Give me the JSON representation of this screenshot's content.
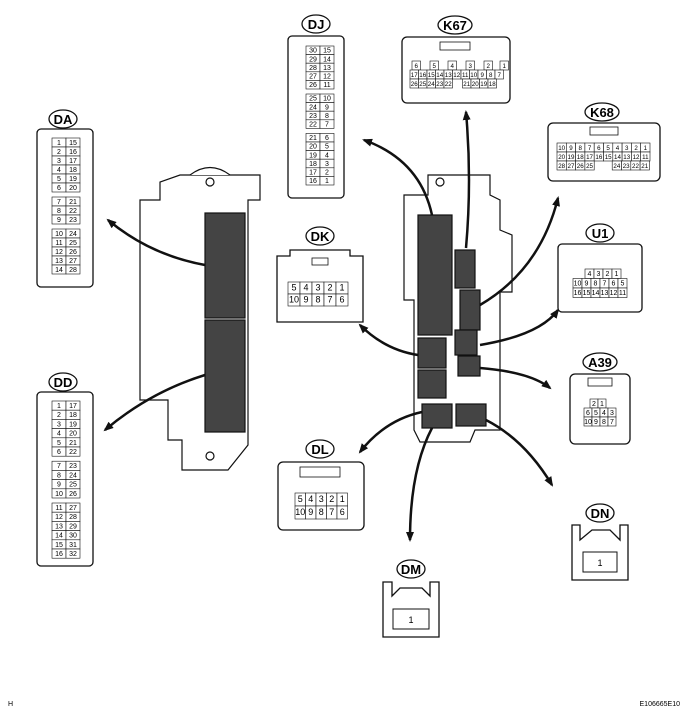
{
  "footer": {
    "left": "H",
    "right": "E106665E10"
  },
  "connectors": {
    "DJ": {
      "label": "DJ",
      "groups": [
        [
          [
            "30",
            "15"
          ],
          [
            "29",
            "14"
          ],
          [
            "28",
            "13"
          ],
          [
            "27",
            "12"
          ],
          [
            "26",
            "11"
          ]
        ],
        [
          [
            "25",
            "10"
          ],
          [
            "24",
            "9"
          ],
          [
            "23",
            "8"
          ],
          [
            "22",
            "7"
          ]
        ],
        [
          [
            "21",
            "6"
          ],
          [
            "20",
            "5"
          ],
          [
            "19",
            "4"
          ],
          [
            "18",
            "3"
          ],
          [
            "17",
            "2"
          ],
          [
            "16",
            "1"
          ]
        ]
      ]
    },
    "K67": {
      "label": "K67",
      "row1": [
        "6",
        "5",
        "4",
        "3",
        "2",
        "1"
      ],
      "row2": [
        "17",
        "16",
        "15",
        "14",
        "13",
        "12",
        "11",
        "10",
        "9",
        "8",
        "7"
      ],
      "row3": [
        "26",
        "25",
        "24",
        "23",
        "22",
        "21",
        "20",
        "19",
        "18"
      ]
    },
    "K68": {
      "label": "K68",
      "row1": [
        "10",
        "9",
        "8",
        "7",
        "6",
        "5",
        "4",
        "3",
        "2",
        "1"
      ],
      "row2": [
        "20",
        "19",
        "18",
        "17",
        "16",
        "15",
        "14",
        "13",
        "12",
        "11"
      ],
      "row3": [
        "28",
        "27",
        "26",
        "25",
        "24",
        "23",
        "22",
        "21"
      ]
    },
    "DA": {
      "label": "DA",
      "groups": [
        [
          [
            "1",
            "15"
          ],
          [
            "2",
            "16"
          ],
          [
            "3",
            "17"
          ],
          [
            "4",
            "18"
          ],
          [
            "5",
            "19"
          ],
          [
            "6",
            "20"
          ]
        ],
        [
          [
            "7",
            "21"
          ],
          [
            "8",
            "22"
          ],
          [
            "9",
            "23"
          ]
        ],
        [
          [
            "10",
            "24"
          ],
          [
            "11",
            "25"
          ],
          [
            "12",
            "26"
          ],
          [
            "13",
            "27"
          ],
          [
            "14",
            "28"
          ]
        ]
      ]
    },
    "DD": {
      "label": "DD",
      "groups": [
        [
          [
            "1",
            "17"
          ],
          [
            "2",
            "18"
          ],
          [
            "3",
            "19"
          ],
          [
            "4",
            "20"
          ],
          [
            "5",
            "21"
          ],
          [
            "6",
            "22"
          ]
        ],
        [
          [
            "7",
            "23"
          ],
          [
            "8",
            "24"
          ],
          [
            "9",
            "25"
          ],
          [
            "10",
            "26"
          ]
        ],
        [
          [
            "11",
            "27"
          ],
          [
            "12",
            "28"
          ],
          [
            "13",
            "29"
          ],
          [
            "14",
            "30"
          ],
          [
            "15",
            "31"
          ],
          [
            "16",
            "32"
          ]
        ]
      ]
    },
    "DK": {
      "label": "DK",
      "row1": [
        "5",
        "4",
        "3",
        "2",
        "1"
      ],
      "row2": [
        "10",
        "9",
        "8",
        "7",
        "6"
      ]
    },
    "U1": {
      "label": "U1",
      "row1": [
        "4",
        "3",
        "2",
        "1"
      ],
      "row2": [
        "10",
        "9",
        "8",
        "7",
        "6",
        "5"
      ],
      "row3": [
        "16",
        "15",
        "14",
        "13",
        "12",
        "11"
      ]
    },
    "A39": {
      "label": "A39",
      "row1": [
        "2",
        "1"
      ],
      "row2": [
        "6",
        "5",
        "4",
        "3"
      ],
      "row3": [
        "10",
        "9",
        "8",
        "7"
      ]
    },
    "DL": {
      "label": "DL",
      "row1": [
        "5",
        "4",
        "3",
        "2",
        "1"
      ],
      "row2": [
        "10",
        "9",
        "8",
        "7",
        "6"
      ]
    },
    "DN": {
      "label": "DN",
      "pin": "1"
    },
    "DM": {
      "label": "DM",
      "pin": "1"
    }
  }
}
